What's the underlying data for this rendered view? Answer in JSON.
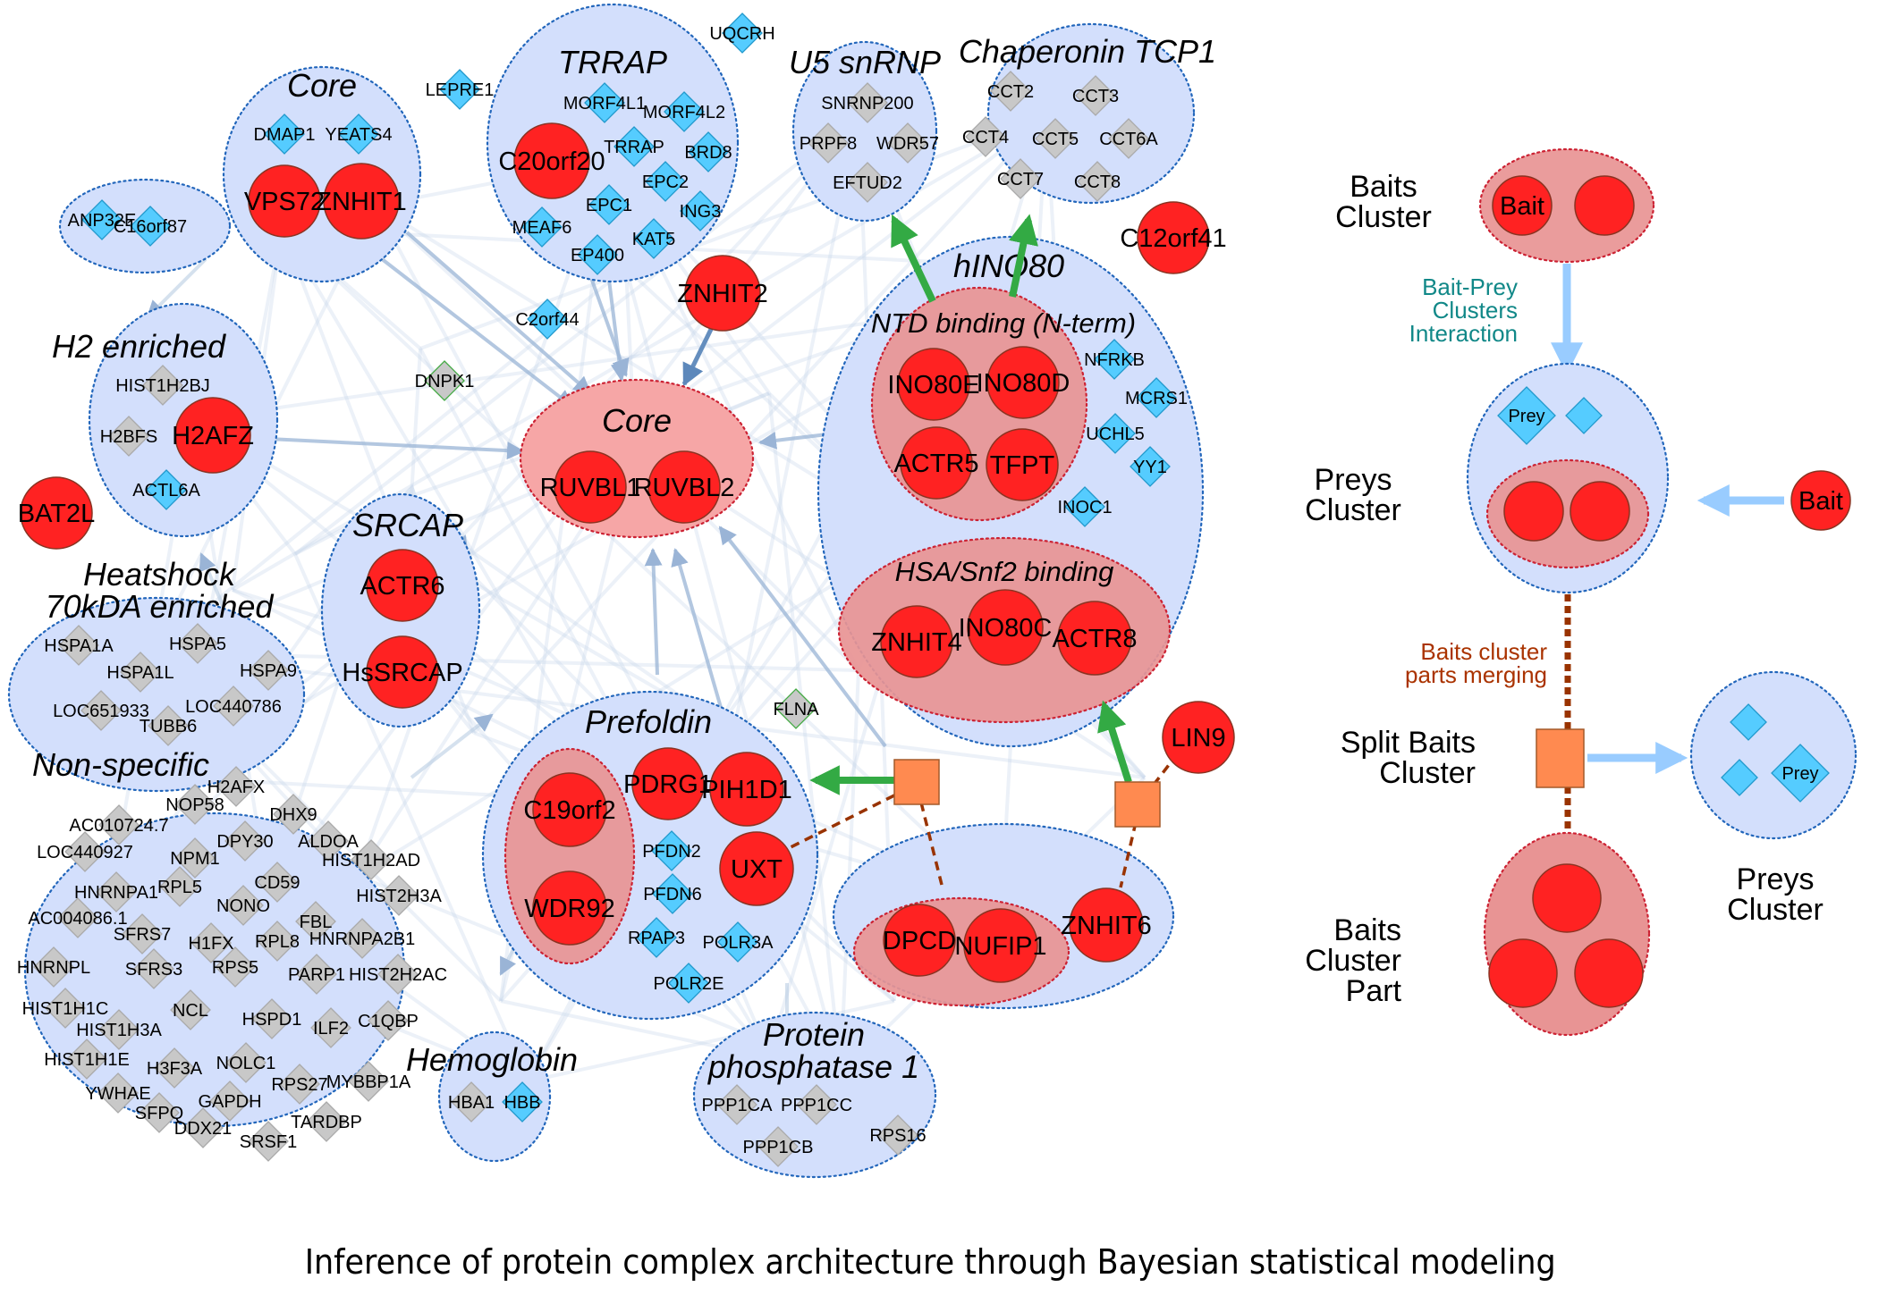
{
  "caption": "Inference of protein complex architecture through Bayesian statistical modeling",
  "colors": {
    "bait": "#ff2222",
    "prey_specific": "#55ccff",
    "prey_nonspecific": "#c8c8c8",
    "prey_cluster_fill": "#d3dffc",
    "bait_cluster_fill": "#e89494",
    "split_node": "#ff8a50",
    "edge_bait_prey": "#9ab4d6",
    "edge_split": "#33aa44",
    "edge_merge": "#993300",
    "legend_interaction_text": "#118888",
    "legend_merge_text": "#aa3300"
  },
  "clusters": [
    {
      "id": "core-top",
      "title": "Core",
      "preys": [
        "DMAP1",
        "YEATS4"
      ],
      "baits": [
        "VPS72",
        "ZNHIT1"
      ]
    },
    {
      "id": "anp32e",
      "title": "",
      "preys": [
        "ANP32E",
        "C16orf87"
      ],
      "baits": []
    },
    {
      "id": "trrap",
      "title": "TRRAP",
      "preys": [
        "MORF4L1",
        "MORF4L2",
        "TRRAP",
        "BRD8",
        "EPC2",
        "EPC1",
        "ING3",
        "MEAF6",
        "EP400",
        "KAT5"
      ],
      "baits": [
        "C20orf20"
      ]
    },
    {
      "id": "u5",
      "title": "U5 snRNP",
      "preys_nonspecific": [
        "SNRNP200",
        "PRPF8",
        "WDR57",
        "EFTUD2"
      ]
    },
    {
      "id": "cct",
      "title": "Chaperonin TCP1",
      "preys_nonspecific": [
        "CCT2",
        "CCT3",
        "CCT4",
        "CCT5",
        "CCT6A",
        "CCT7",
        "CCT8"
      ]
    },
    {
      "id": "h2",
      "title": "H2 enriched",
      "preys_nonspecific": [
        "HIST1H2BJ",
        "H2BFS"
      ],
      "preys": [
        "ACTL6A"
      ],
      "baits": [
        "H2AFZ"
      ]
    },
    {
      "id": "core-center",
      "title": "Core",
      "baits": [
        "RUVBL1",
        "RUVBL2"
      ]
    },
    {
      "id": "hino80",
      "title": "hINO80",
      "subclusters": [
        {
          "title": "NTD binding (N-term)",
          "baits": [
            "INO80E",
            "INO80D",
            "ACTR5",
            "TFPT"
          ]
        },
        {
          "title": "HSA/Snf2 binding",
          "baits": [
            "ZNHIT4",
            "INO80C",
            "ACTR8"
          ]
        }
      ],
      "preys": [
        "NFRKB",
        "MCRS1",
        "UCHL5",
        "YY1",
        "INOC1"
      ]
    },
    {
      "id": "srcap",
      "title": "SRCAP",
      "baits": [
        "ACTR6",
        "HsSRCAP"
      ]
    },
    {
      "id": "heatshock",
      "title": "Heatshock\n70kDA enriched",
      "preys_nonspecific": [
        "HSPA1A",
        "HSPA5",
        "HSPA1L",
        "HSPA9",
        "LOC651933",
        "LOC440786",
        "TUBB6"
      ]
    },
    {
      "id": "nonspecific",
      "title": "Non-specific",
      "preys_nonspecific": [
        "H2AFX",
        "NOP58",
        "DHX9",
        "AC010724.7",
        "DPY30",
        "ALDOA",
        "LOC440927",
        "NPM1",
        "CD59",
        "HIST1H2AD",
        "HNRNPA1",
        "RPL5",
        "NONO",
        "FBL",
        "HIST2H3A",
        "AC004086.1",
        "SFRS7",
        "H1FX",
        "RPL8",
        "HNRNPA2B1",
        "HNRNPL",
        "SFRS3",
        "RPS5",
        "PARP1",
        "HIST2H2AC",
        "HIST1H1C",
        "NCL",
        "HSPD1",
        "ILF2",
        "C1QBP",
        "HIST1H3A",
        "HIST1H1E",
        "H3F3A",
        "NOLC1",
        "MYBBP1A",
        "YWHAE",
        "RPS27",
        "GAPDH",
        "SFPQ",
        "TARDBP",
        "DDX21",
        "SRSF1"
      ]
    },
    {
      "id": "prefoldin",
      "title": "Prefoldin",
      "subclusters": [
        {
          "title": "",
          "baits": [
            "C19orf2",
            "WDR92"
          ]
        }
      ],
      "baits": [
        "PDRG1",
        "PIH1D1",
        "UXT"
      ],
      "preys": [
        "PFDN2",
        "PFDN6",
        "RPAP3",
        "POLR3A",
        "POLR2E"
      ]
    },
    {
      "id": "hemoglobin",
      "title": "Hemoglobin",
      "preys_nonspecific": [
        "HBA1"
      ],
      "preys": [
        "HBB"
      ]
    },
    {
      "id": "pp1",
      "title": "Protein\nphosphatase 1",
      "preys_nonspecific": [
        "PPP1CA",
        "PPP1CC",
        "PPP1CB",
        "RPS16"
      ]
    },
    {
      "id": "dpcd",
      "title": "",
      "subclusters": [
        {
          "title": "",
          "baits": [
            "DPCD",
            "NUFIP1"
          ]
        }
      ],
      "baits": [
        "ZNHIT6"
      ]
    }
  ],
  "singletons": {
    "preys": [
      "LEPRE1",
      "UQCRH",
      "C2orf44"
    ],
    "preys_green_border": [
      "DNPK1",
      "FLNA"
    ],
    "baits": [
      "ZNHIT2",
      "C12orf41",
      "BAT2L",
      "LIN9"
    ]
  },
  "legend": {
    "baits_cluster": "Baits\nCluster",
    "bait_label": "Bait",
    "interaction": "Bait-Prey\nClusters\nInteraction",
    "preys_cluster": "Preys\nCluster",
    "prey_label": "Prey",
    "merging": "Baits cluster\nparts merging",
    "split": "Split Baits\nCluster",
    "baits_cluster_part": "Baits\nCluster\nPart",
    "preys_cluster_2": "Preys\nCluster"
  }
}
